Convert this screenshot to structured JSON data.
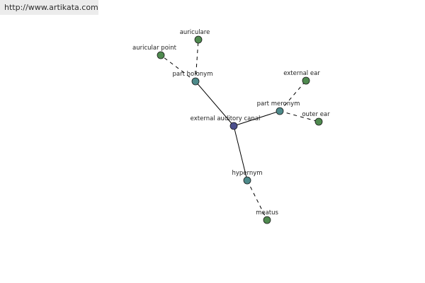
{
  "watermark": "http://www.artikata.com",
  "colors": {
    "root": "#4a4e8c",
    "relation": "#4d8a8a",
    "leaf": "#4f8a4f",
    "edge": "#000000"
  },
  "nodes": [
    {
      "id": "root",
      "label": "external auditory canal",
      "kind": "root"
    },
    {
      "id": "part-holonym",
      "label": "part holonym",
      "kind": "relation"
    },
    {
      "id": "part-meronym",
      "label": "part meronym",
      "kind": "relation"
    },
    {
      "id": "hypernym",
      "label": "hypernym",
      "kind": "relation"
    },
    {
      "id": "auriculare",
      "label": "auriculare",
      "kind": "leaf"
    },
    {
      "id": "auricular-point",
      "label": "auricular point",
      "kind": "leaf"
    },
    {
      "id": "external-ear",
      "label": "external ear",
      "kind": "leaf"
    },
    {
      "id": "outer-ear",
      "label": "outer ear",
      "kind": "leaf"
    },
    {
      "id": "meatus",
      "label": "meatus",
      "kind": "leaf"
    }
  ],
  "edges": [
    {
      "from": "root",
      "to": "part-holonym",
      "style": "solid"
    },
    {
      "from": "root",
      "to": "part-meronym",
      "style": "solid"
    },
    {
      "from": "root",
      "to": "hypernym",
      "style": "solid"
    },
    {
      "from": "part-holonym",
      "to": "auriculare",
      "style": "dashed"
    },
    {
      "from": "part-holonym",
      "to": "auricular-point",
      "style": "dashed"
    },
    {
      "from": "part-meronym",
      "to": "external-ear",
      "style": "dashed"
    },
    {
      "from": "part-meronym",
      "to": "outer-ear",
      "style": "dashed"
    },
    {
      "from": "hypernym",
      "to": "meatus",
      "style": "dashed"
    }
  ]
}
